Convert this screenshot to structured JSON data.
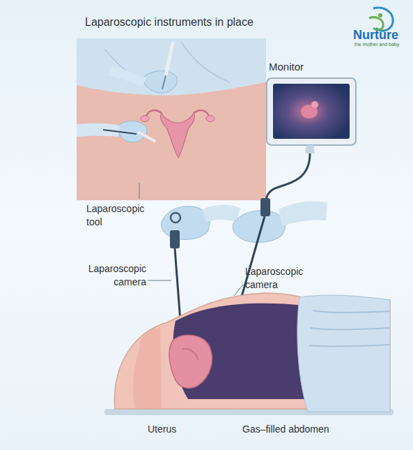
{
  "diagram": {
    "title": "Laparoscopic instruments in place",
    "labels": [
      "Monitor",
      "Laparoscopic tool",
      "Laparoscopic camera",
      "Laparoscopic camera",
      "Uterus",
      "Gas–filled abdomen",
      "Nurture",
      "the mother and baby"
    ]
  }
}
